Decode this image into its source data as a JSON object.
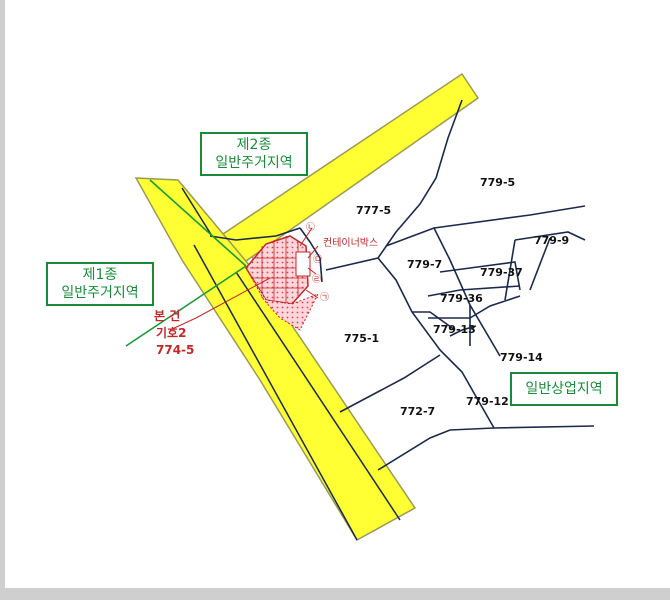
{
  "zones": {
    "res2": [
      "제2종",
      "일반주거지역"
    ],
    "res1": [
      "제1종",
      "일반주거지역"
    ],
    "commercial": "일반상업지역"
  },
  "parcels": {
    "p777_5": "777-5",
    "p779_5": "779-5",
    "p779_9": "779-9",
    "p779_7": "779-7",
    "p779_37": "779-37",
    "p779_36": "779-36",
    "p779_13": "779-13",
    "p775_1": "775-1",
    "p779_14": "779-14",
    "p779_12": "779-12",
    "p772_7": "772-7"
  },
  "subject": {
    "line1": "본 건",
    "line2": "기호2",
    "line3": "774-5"
  },
  "annotations": {
    "container": "컨테이너박스",
    "mark_a": "㉠",
    "mark_b": "㉡",
    "mark_c": "㉢",
    "mark_d": "㉣"
  },
  "colors": {
    "road": "#ffff33",
    "road_edge": "#9a9a55",
    "parcel_line": "#1b2a4a",
    "zone_line": "#1a9a3a",
    "subject": "#d9303a"
  }
}
